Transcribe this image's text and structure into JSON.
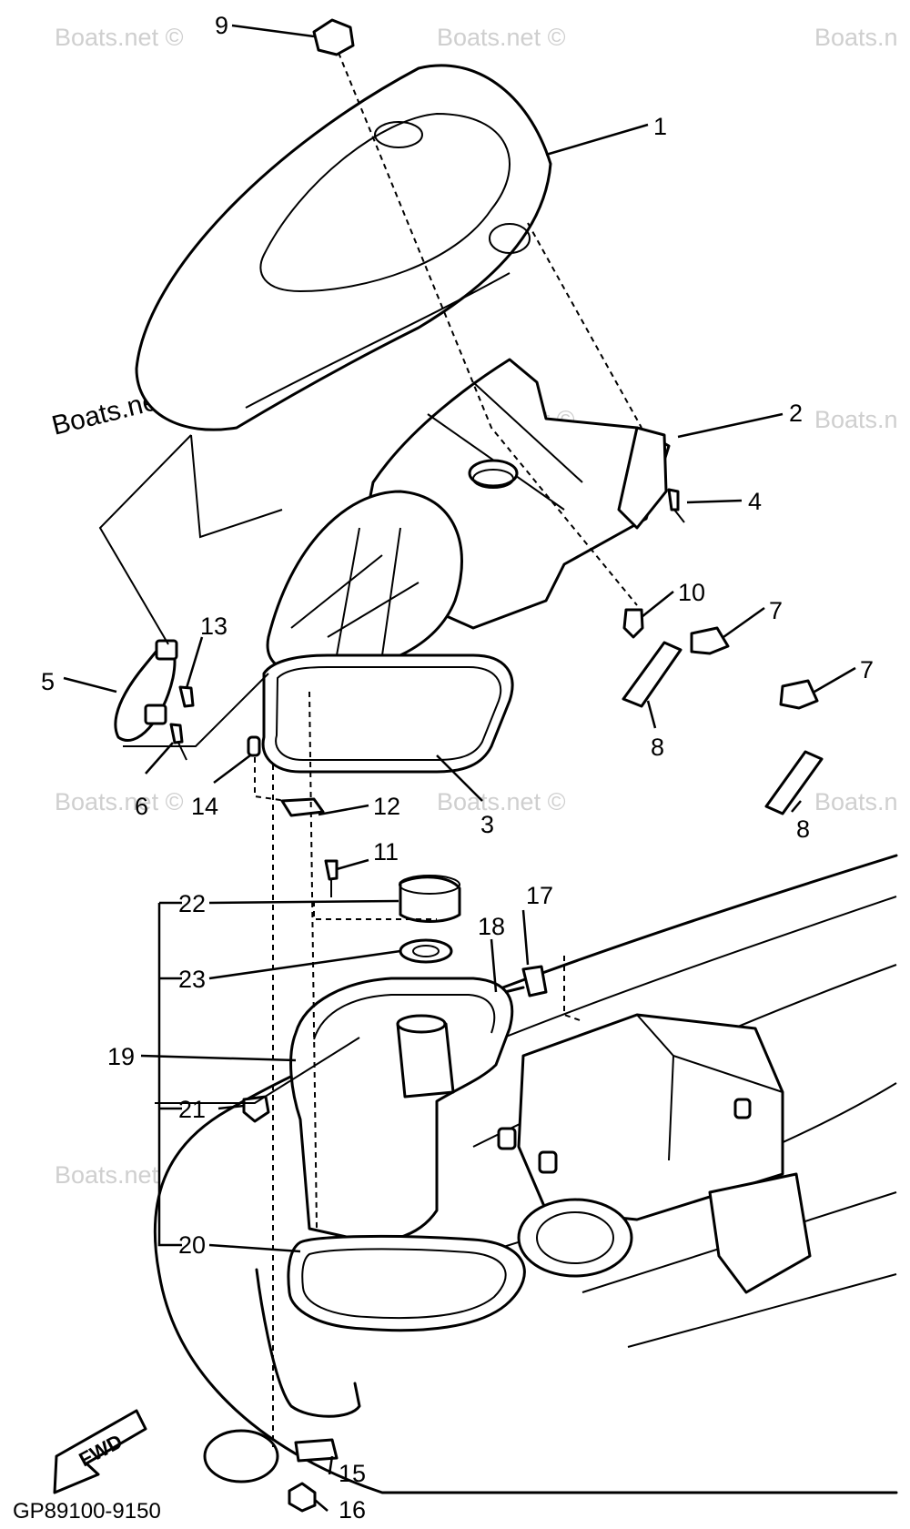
{
  "diagram": {
    "figure_code": "GP89100-9150",
    "direction_label": "FWD",
    "watermark": "Boats.net ©",
    "watermark_cut": "Boats.n",
    "watermark_top": "Boats.net ©",
    "callouts": {
      "c1": "1",
      "c2": "2",
      "c3": "3",
      "c4": "4",
      "c5": "5",
      "c6": "6",
      "c7a": "7",
      "c7b": "7",
      "c8a": "8",
      "c8b": "8",
      "c9": "9",
      "c10": "10",
      "c11": "11",
      "c12": "12",
      "c13": "13",
      "c14": "14",
      "c15": "15",
      "c16": "16",
      "c17": "17",
      "c18": "18",
      "c19": "19",
      "c20": "20",
      "c21": "21",
      "c22": "22",
      "c23": "23"
    }
  }
}
